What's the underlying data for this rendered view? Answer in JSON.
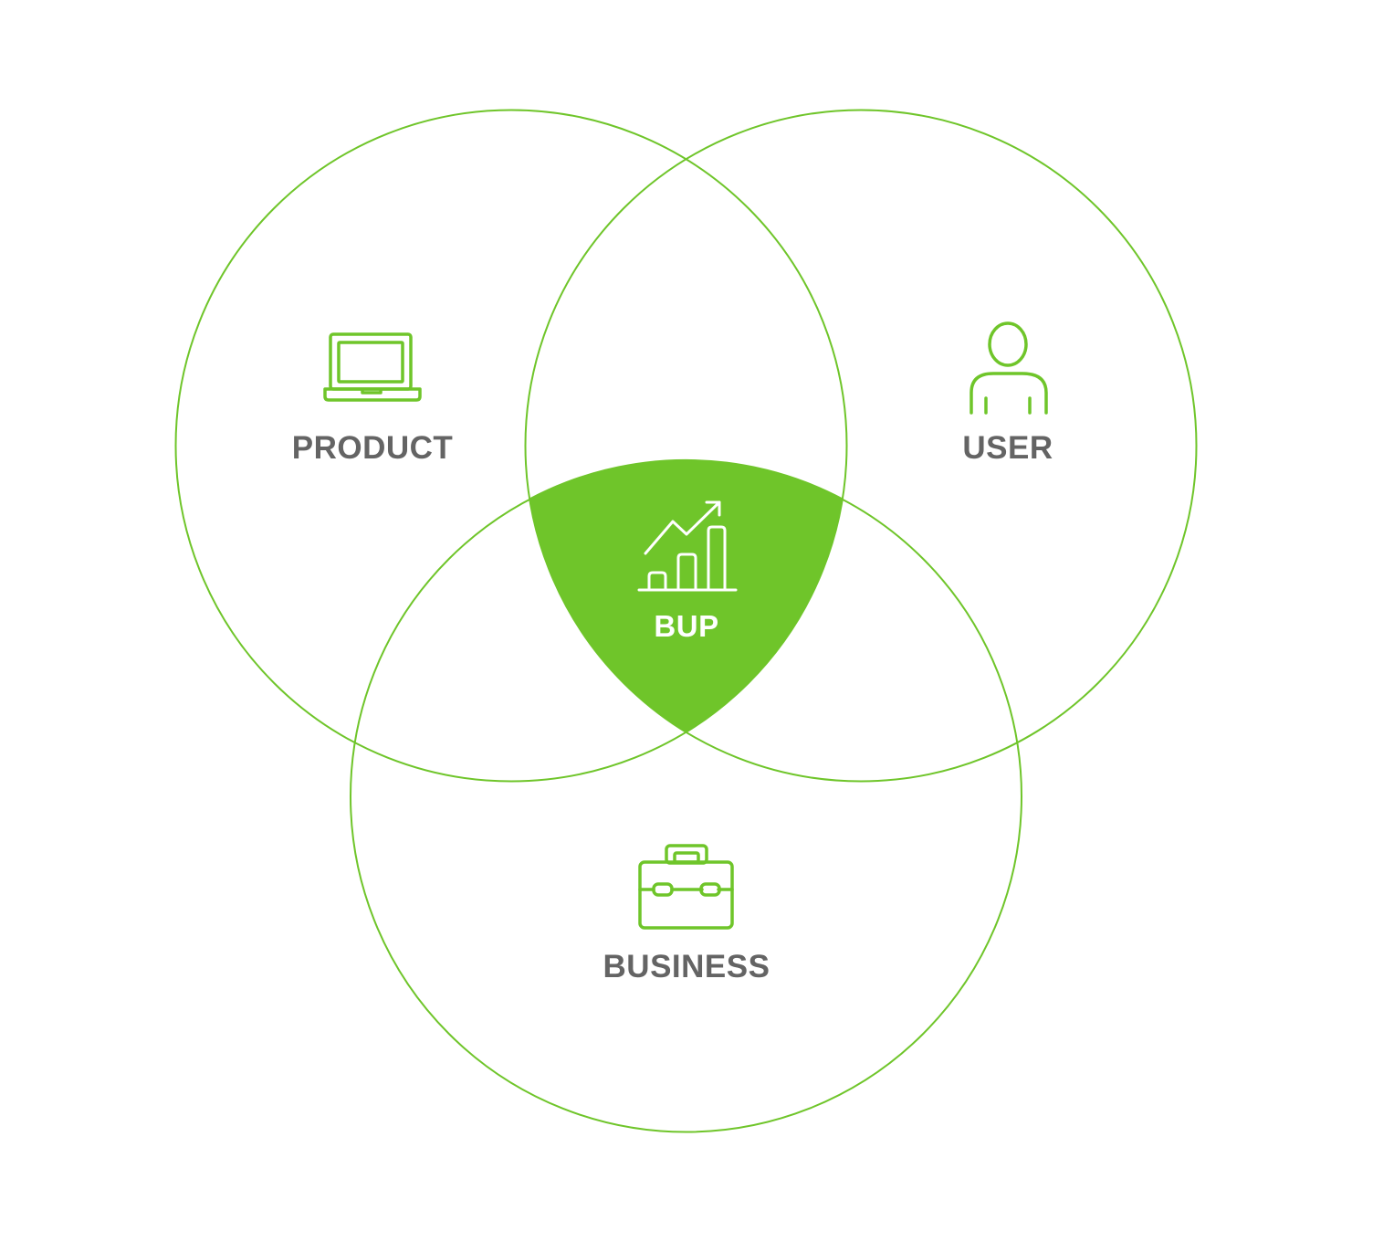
{
  "diagram": {
    "type": "venn",
    "accent_color": "#6fc52a",
    "label_color": "#646464",
    "sets": [
      {
        "id": "product",
        "label": "PRODUCT",
        "icon": "laptop-icon"
      },
      {
        "id": "user",
        "label": "USER",
        "icon": "user-icon"
      },
      {
        "id": "business",
        "label": "BUSINESS",
        "icon": "briefcase-icon"
      }
    ],
    "intersection": {
      "sets": [
        "product",
        "user",
        "business"
      ],
      "label": "BUP",
      "icon": "growth-chart-icon",
      "highlight_color": "#6fc52a"
    }
  }
}
